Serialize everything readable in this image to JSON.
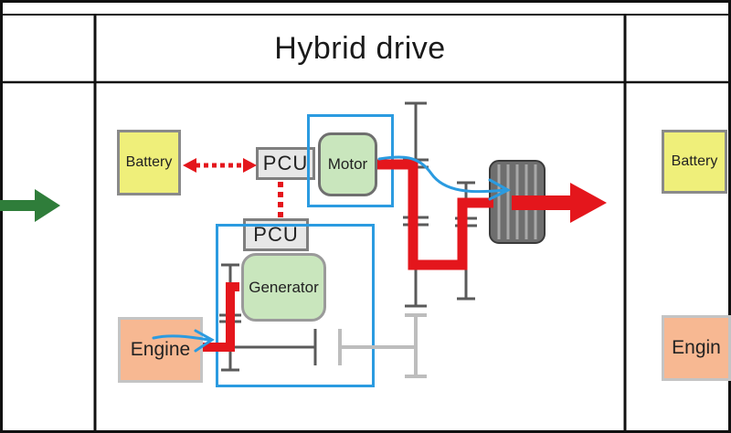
{
  "title": "Hybrid drive",
  "labels": {
    "battery_main": "Battery",
    "pcu_top": "PCU",
    "motor": "Motor",
    "pcu_lower": "PCU",
    "generator": "Generator",
    "engine_main": "Engine",
    "battery_right": "Battery",
    "engine_right": "Engin"
  },
  "colors": {
    "power_flow": "#e4161c",
    "flow_overlay": "#2b9be0",
    "prev_arrow": "#2f7d3a",
    "gear_dark": "#5a5a5a",
    "gear_light": "#bdbdbd",
    "battery_fill": "#efef7a",
    "engine_fill": "#f7b892",
    "motor_fill": "#c9e6bd",
    "pcu_fill": "#e7e7e7"
  }
}
